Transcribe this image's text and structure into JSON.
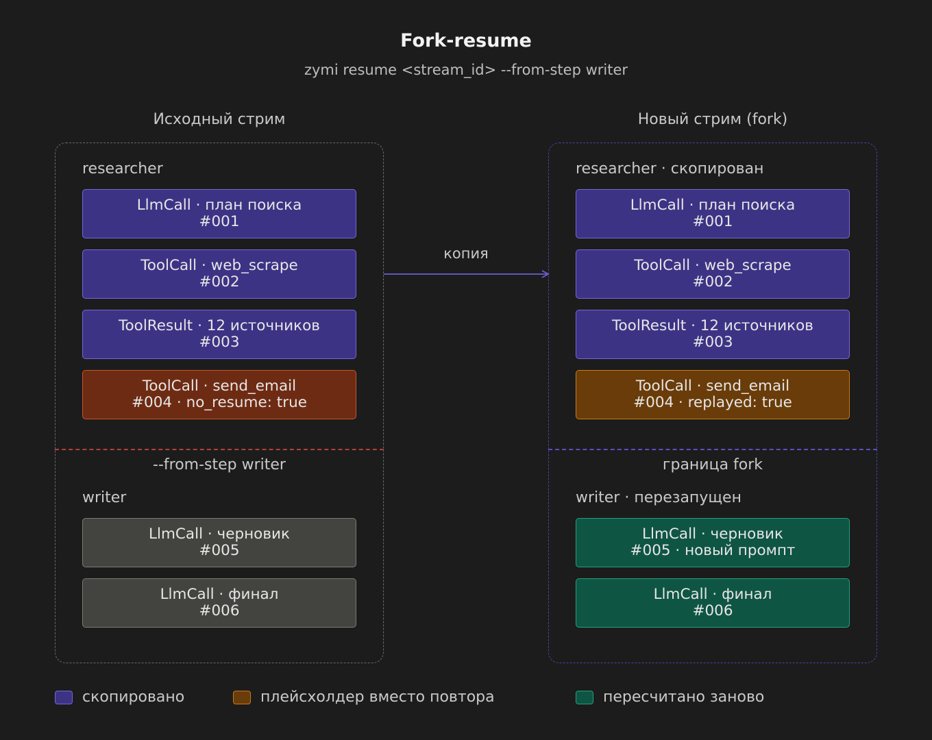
{
  "title": "Fork-resume",
  "subtitle": "zymi resume <stream_id> --from-step writer",
  "arrow_label": "копия",
  "colors": {
    "copied": "#3d3385",
    "no_resume": "#6e2b13",
    "placeholder": "#6a3c09",
    "original_writer": "#434340",
    "recomputed": "#0f5543"
  },
  "left": {
    "heading": "Исходный стрим",
    "group_top": "researcher",
    "steps_top": [
      {
        "line1": "LlmCall · план поиска",
        "line2": "#001"
      },
      {
        "line1": "ToolCall · web_scrape",
        "line2": "#002"
      },
      {
        "line1": "ToolResult · 12 источников",
        "line2": "#003"
      },
      {
        "line1": "ToolCall · send_email",
        "line2": "#004 · no_resume: true"
      }
    ],
    "divider_label": "--from-step writer",
    "group_bottom": "writer",
    "steps_bottom": [
      {
        "line1": "LlmCall · черновик",
        "line2": "#005"
      },
      {
        "line1": "LlmCall · финал",
        "line2": "#006"
      }
    ]
  },
  "right": {
    "heading": "Новый стрим (fork)",
    "group_top": "researcher · скопирован",
    "steps_top": [
      {
        "line1": "LlmCall · план поиска",
        "line2": "#001"
      },
      {
        "line1": "ToolCall · web_scrape",
        "line2": "#002"
      },
      {
        "line1": "ToolResult · 12 источников",
        "line2": "#003"
      },
      {
        "line1": "ToolCall · send_email",
        "line2": "#004 · replayed: true"
      }
    ],
    "divider_label": "граница fork",
    "group_bottom": "writer · перезапущен",
    "steps_bottom": [
      {
        "line1": "LlmCall · черновик",
        "line2": "#005 · новый промпт"
      },
      {
        "line1": "LlmCall · финал",
        "line2": "#006"
      }
    ]
  },
  "legend": [
    {
      "label": "скопировано",
      "color": "#3d3385"
    },
    {
      "label": "плейсхолдер вместо повтора",
      "color": "#6a3c09"
    },
    {
      "label": "пересчитано заново",
      "color": "#0f5543"
    }
  ]
}
